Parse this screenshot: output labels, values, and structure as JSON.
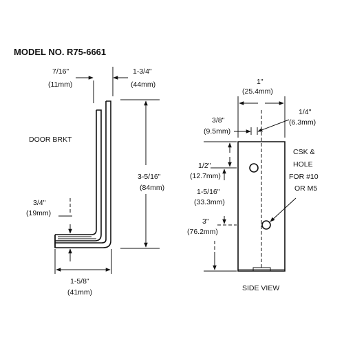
{
  "title": "MODEL NO.  R75-6661",
  "front_view": {
    "label": "DOOR BRKT",
    "dims": {
      "top_left": {
        "frac": "7/16\"",
        "metric": "(11mm)"
      },
      "top_right": {
        "frac": "1-3/4\"",
        "metric": "(44mm)"
      },
      "height": {
        "frac": "3-5/16\"",
        "metric": "(84mm)"
      },
      "foot_height": {
        "frac": "3/4\"",
        "metric": "(19mm)"
      },
      "width": {
        "frac": "1-5/8\"",
        "metric": "(41mm)"
      }
    }
  },
  "side_view": {
    "label": "SIDE VIEW",
    "note": [
      "CSK &",
      "HOLE",
      "FOR #10",
      "OR M5"
    ],
    "dims": {
      "width": {
        "frac": "1\"",
        "metric": "(25.4mm)"
      },
      "hole_dia": {
        "frac": "1/4\"",
        "metric": "(6.3mm)"
      },
      "edge_offset": {
        "frac": "3/8\"",
        "metric": "(9.5mm)"
      },
      "top_to_hole": {
        "frac": "1/2\"",
        "metric": "(12.7mm)"
      },
      "hole_spacing": {
        "frac": "1-5/16\"",
        "metric": "(33.3mm)"
      },
      "overall": {
        "frac": "3\"",
        "metric": "(76.2mm)"
      }
    }
  }
}
